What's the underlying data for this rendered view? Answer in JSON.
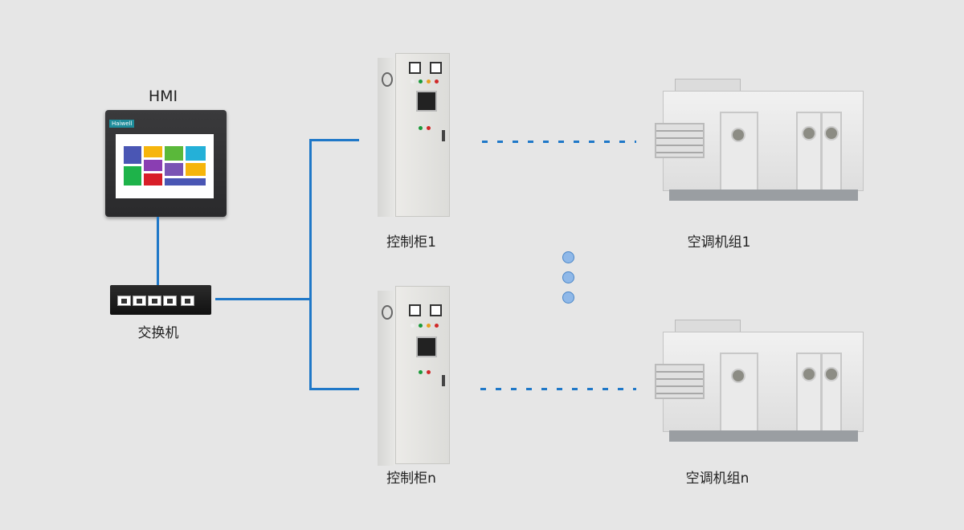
{
  "colors": {
    "background": "#e6e6e6",
    "link": "#1f78c8",
    "dot": "#8fb8e8"
  },
  "hmi": {
    "label": "HMI",
    "brand_logo": "Haiwell"
  },
  "switch": {
    "label": "交换机"
  },
  "cabinets": [
    {
      "label": "控制柜1"
    },
    {
      "label": "控制柜n"
    }
  ],
  "ahus": [
    {
      "label": "空调机组1"
    },
    {
      "label": "空调机组n"
    }
  ],
  "ellipsis_icon": "vertical-dots-icon"
}
